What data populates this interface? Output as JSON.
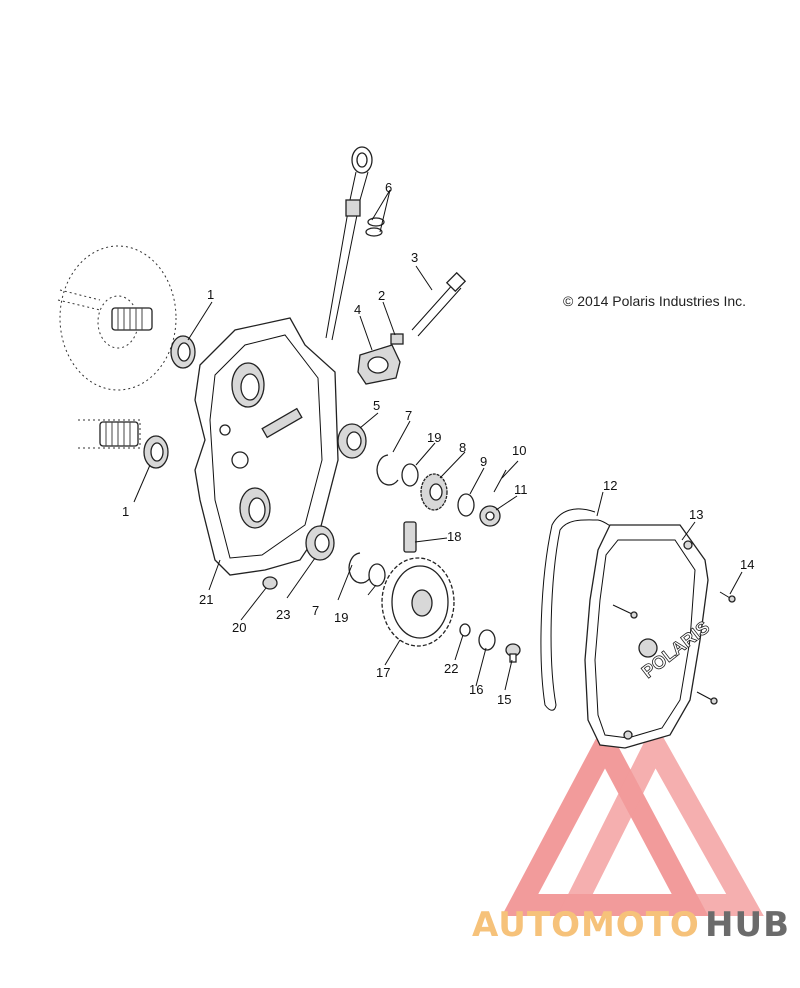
{
  "copyright": "© 2014 Polaris Industries Inc.",
  "callouts": [
    {
      "id": "c1a",
      "label": "1"
    },
    {
      "id": "c1b",
      "label": "1"
    },
    {
      "id": "c2",
      "label": "2"
    },
    {
      "id": "c3",
      "label": "3"
    },
    {
      "id": "c4",
      "label": "4"
    },
    {
      "id": "c5",
      "label": "5"
    },
    {
      "id": "c6",
      "label": "6"
    },
    {
      "id": "c7a",
      "label": "7"
    },
    {
      "id": "c7b",
      "label": "7"
    },
    {
      "id": "c8",
      "label": "8"
    },
    {
      "id": "c9",
      "label": "9"
    },
    {
      "id": "c10",
      "label": "10"
    },
    {
      "id": "c11",
      "label": "11"
    },
    {
      "id": "c12",
      "label": "12"
    },
    {
      "id": "c13",
      "label": "13"
    },
    {
      "id": "c14",
      "label": "14"
    },
    {
      "id": "c15",
      "label": "15"
    },
    {
      "id": "c16",
      "label": "16"
    },
    {
      "id": "c17",
      "label": "17"
    },
    {
      "id": "c18",
      "label": "18"
    },
    {
      "id": "c19a",
      "label": "19"
    },
    {
      "id": "c19b",
      "label": "19"
    },
    {
      "id": "c20",
      "label": "20"
    },
    {
      "id": "c21",
      "label": "21"
    },
    {
      "id": "c22",
      "label": "22"
    },
    {
      "id": "c23",
      "label": "23"
    }
  ],
  "cover_logo_text": "POLARIS",
  "watermark": {
    "text_part1": "AUTOMOTO",
    "text_part2": "HUB",
    "color_part1": "#f6c27a",
    "color_part2": "#6b6b6b",
    "triangle_color": "#f08a8a"
  }
}
